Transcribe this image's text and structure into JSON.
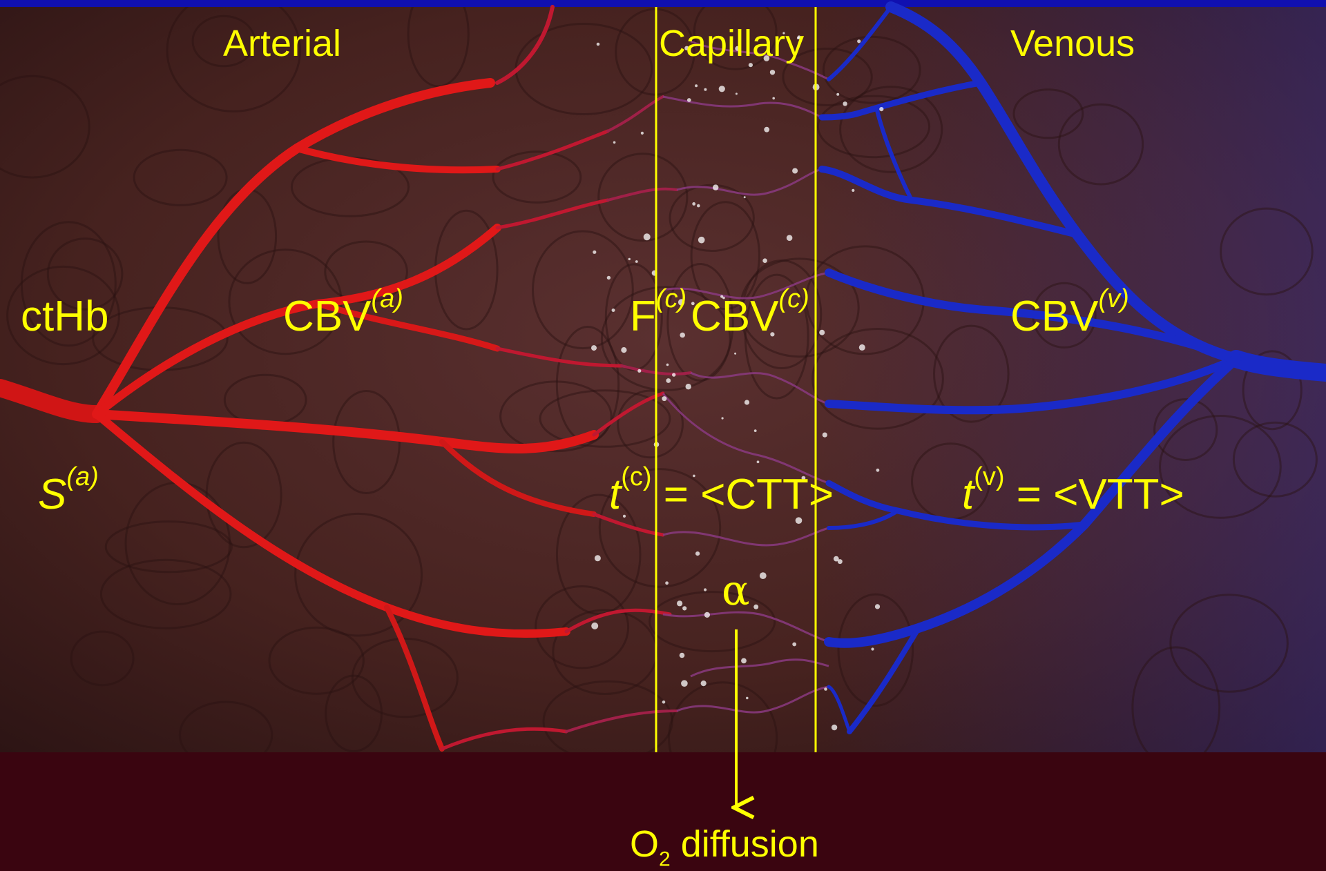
{
  "regions": {
    "arterial": "Arterial",
    "capillary": "Capillary",
    "venous": "Venous"
  },
  "labels": {
    "cthb": "ctHb",
    "cbv_a": {
      "base": "CBV",
      "sup": "(a)"
    },
    "s_a": {
      "base": "S",
      "sup": "(a)"
    },
    "f_c": {
      "base": "F",
      "sup": "(c)"
    },
    "cbv_c": {
      "base": "CBV",
      "sup": "(c)"
    },
    "t_c": {
      "base": "t",
      "sup": "(c)",
      "rest": " = <CTT>"
    },
    "cbv_v": {
      "base": "CBV",
      "sup": "(v)"
    },
    "t_v": {
      "base": "t",
      "sup": "(v)",
      "rest": " = <VTT>"
    },
    "alpha": "α",
    "o2": {
      "base": "O",
      "sub": "2",
      "rest": "  diffusion"
    }
  },
  "colors": {
    "top_bar": "#1010b0",
    "tissue": "#4a2424",
    "bottom_band": "#3a0510",
    "arterial_vessel": "#e01818",
    "capillary_vessel": "#8a3a80",
    "venous_vessel": "#1a2ac8",
    "annotation": "#ffff00"
  }
}
